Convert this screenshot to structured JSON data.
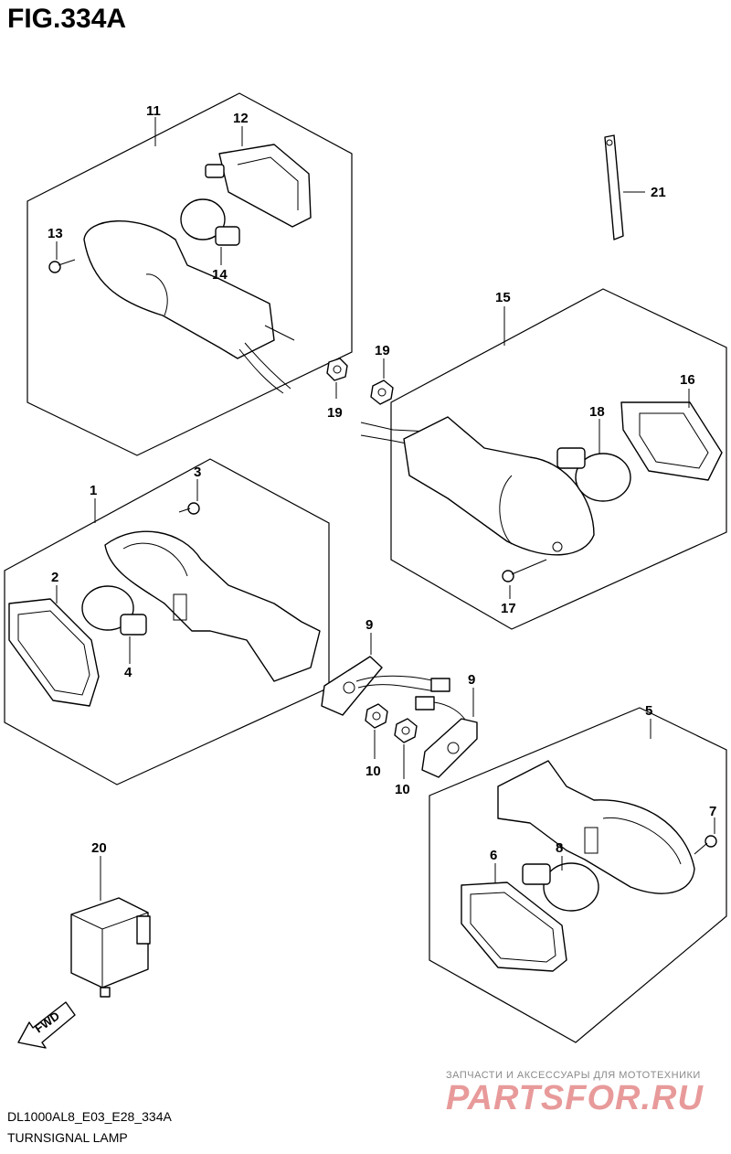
{
  "figure": {
    "title": "FIG.334A",
    "code": "DL1000AL8_E03_E28_334A",
    "name": "TURNSIGNAL LAMP"
  },
  "callouts": {
    "c1": "1",
    "c2": "2",
    "c3": "3",
    "c4": "4",
    "c5": "5",
    "c6": "6",
    "c7": "7",
    "c8": "8",
    "c9a": "9",
    "c9b": "9",
    "c10a": "10",
    "c10b": "10",
    "c11": "11",
    "c12": "12",
    "c13": "13",
    "c14": "14",
    "c15": "15",
    "c16": "16",
    "c17": "17",
    "c18": "18",
    "c19a": "19",
    "c19b": "19",
    "c20": "20",
    "c21": "21"
  },
  "fwd_label": "FWD",
  "watermark": {
    "tagline": "ЗАПЧАСТИ И АКСЕССУАРЫ ДЛЯ МОТОТЕХНИКИ",
    "logo": "PARTSFOR.RU"
  }
}
